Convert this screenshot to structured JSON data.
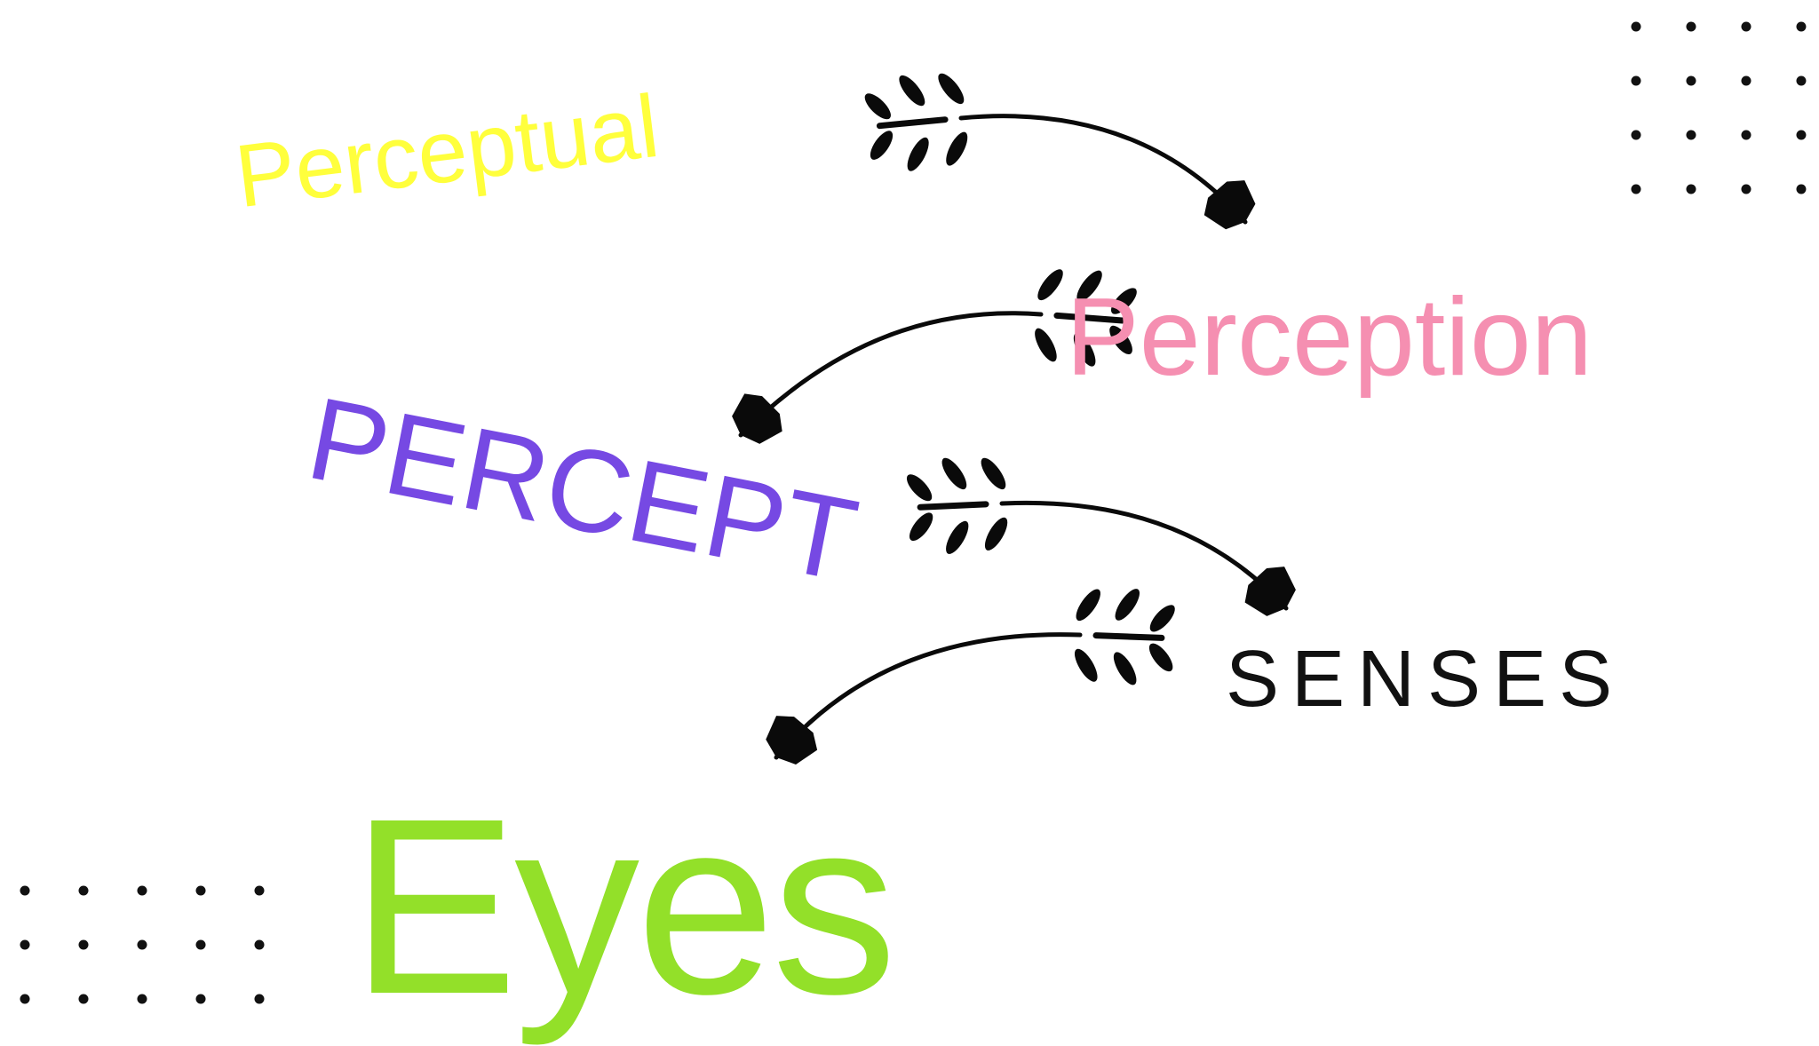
{
  "words": {
    "perceptual": {
      "text": "Perceptual",
      "color": "#ffff3c"
    },
    "perception": {
      "text": "Perception",
      "color": "#f58fb1"
    },
    "percept": {
      "text": "PERCEPT",
      "color": "#7649e3"
    },
    "senses": {
      "text": "SENSES",
      "color": "#111111"
    },
    "eyes": {
      "text": "Eyes",
      "color": "#93e029"
    }
  },
  "arrows": [
    {
      "from": "perceptual",
      "to": "perception",
      "icon": "leafy-arrow-icon"
    },
    {
      "from": "perception",
      "to": "percept",
      "icon": "leafy-arrow-icon"
    },
    {
      "from": "percept",
      "to": "senses",
      "icon": "leafy-arrow-icon"
    },
    {
      "from": "senses",
      "to": "eyes",
      "icon": "leafy-arrow-icon"
    }
  ],
  "decor": {
    "dot_grid_color": "#111111",
    "arrow_color": "#0a0a0a"
  }
}
